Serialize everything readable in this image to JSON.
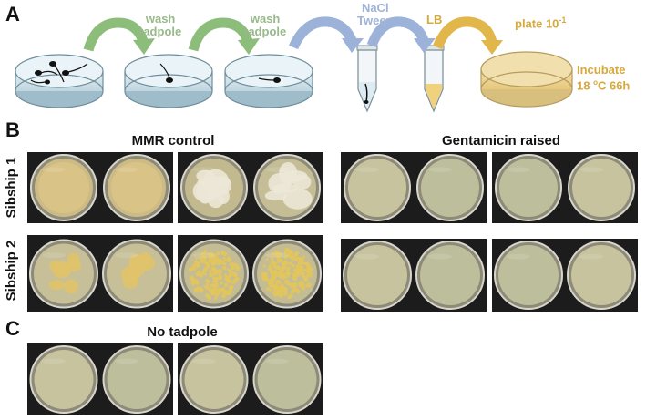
{
  "panels": {
    "a": "A",
    "b": "B",
    "c": "C"
  },
  "panel_a": {
    "step1": [
      "wash",
      "tadpole"
    ],
    "step2": [
      "wash",
      "tadpole"
    ],
    "step3": [
      "NaCl",
      "Tween"
    ],
    "step4": "LB",
    "step5": {
      "text": "plate 10",
      "exponent": "-1"
    },
    "incubate": {
      "line1": "Incubate",
      "line2_prefix": "18 ",
      "degree": "o",
      "line2_suffix": "C 66h"
    }
  },
  "panel_b": {
    "left_title": "MMR control",
    "right_title": "Gentamicin raised",
    "row1": "Sibship 1",
    "row2": "Sibship 2"
  },
  "panel_c": {
    "title": "No tadpole"
  },
  "colors": {
    "green": "#98b98a",
    "blue": "#9fb3d6",
    "gold": "#d7a93b",
    "agar": "#c9c29a",
    "colony": "#e2c55c"
  }
}
